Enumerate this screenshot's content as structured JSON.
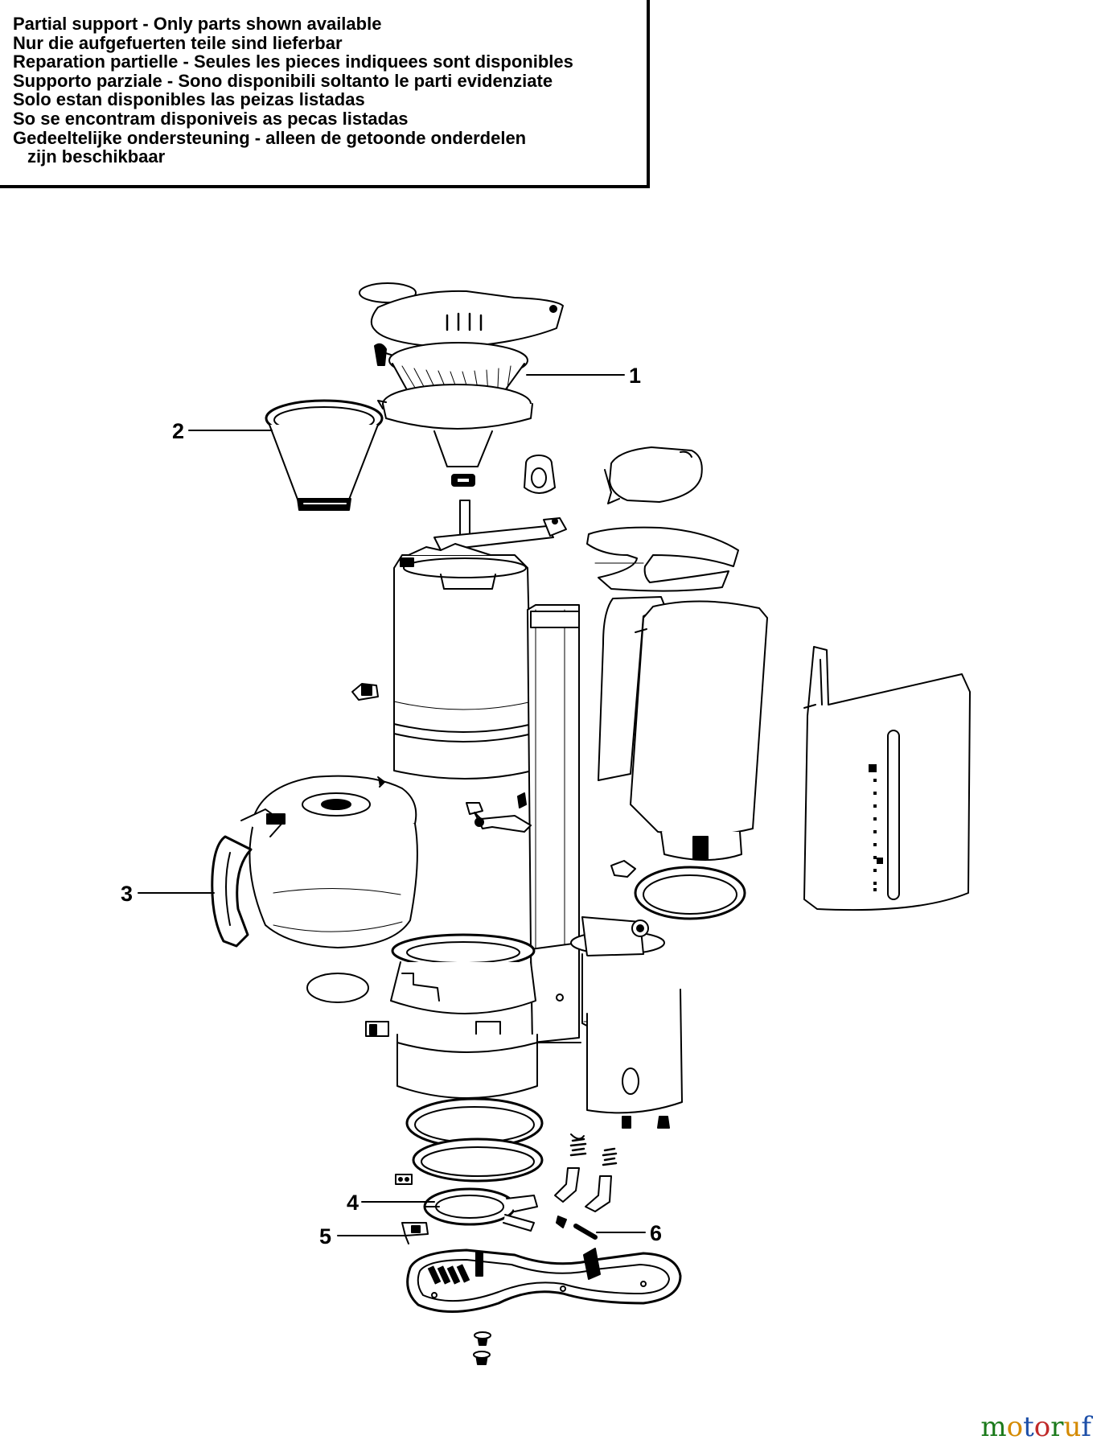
{
  "notice": {
    "lines": [
      "Partial support - Only parts shown available",
      "Nur die aufgefuerten teile sind lieferbar",
      "Reparation partielle - Seules les pieces indiquees sont disponibles",
      "Supporto parziale - Sono disponibili soltanto le parti evidenziate",
      "Solo estan disponibles las peizas listadas",
      "So se encontram disponiveis as pecas listadas",
      "Gedeeltelijke ondersteuning - alleen de getoonde onderdelen",
      "zijn beschikbaar"
    ]
  },
  "callouts": [
    {
      "number": "1",
      "part": "filter-basket"
    },
    {
      "number": "2",
      "part": "permanent-filter"
    },
    {
      "number": "3",
      "part": "glass-carafe"
    },
    {
      "number": "4",
      "part": "heating-element"
    },
    {
      "number": "5",
      "part": "thermostat"
    },
    {
      "number": "6",
      "part": "thermal-fuse"
    }
  ],
  "watermark": {
    "text": "motoruf",
    "logo_letters": "m o t o r u f",
    "colors": [
      "#1b7a1b",
      "#d48a00",
      "#1d4fa8",
      "#c02a2a",
      "#1b7a1b",
      "#d48a00",
      "#1d4fa8"
    ]
  },
  "colors": {
    "line": "#000000",
    "fill": "#ffffff",
    "shade": "#dcdcdc",
    "background": "#ffffff"
  }
}
